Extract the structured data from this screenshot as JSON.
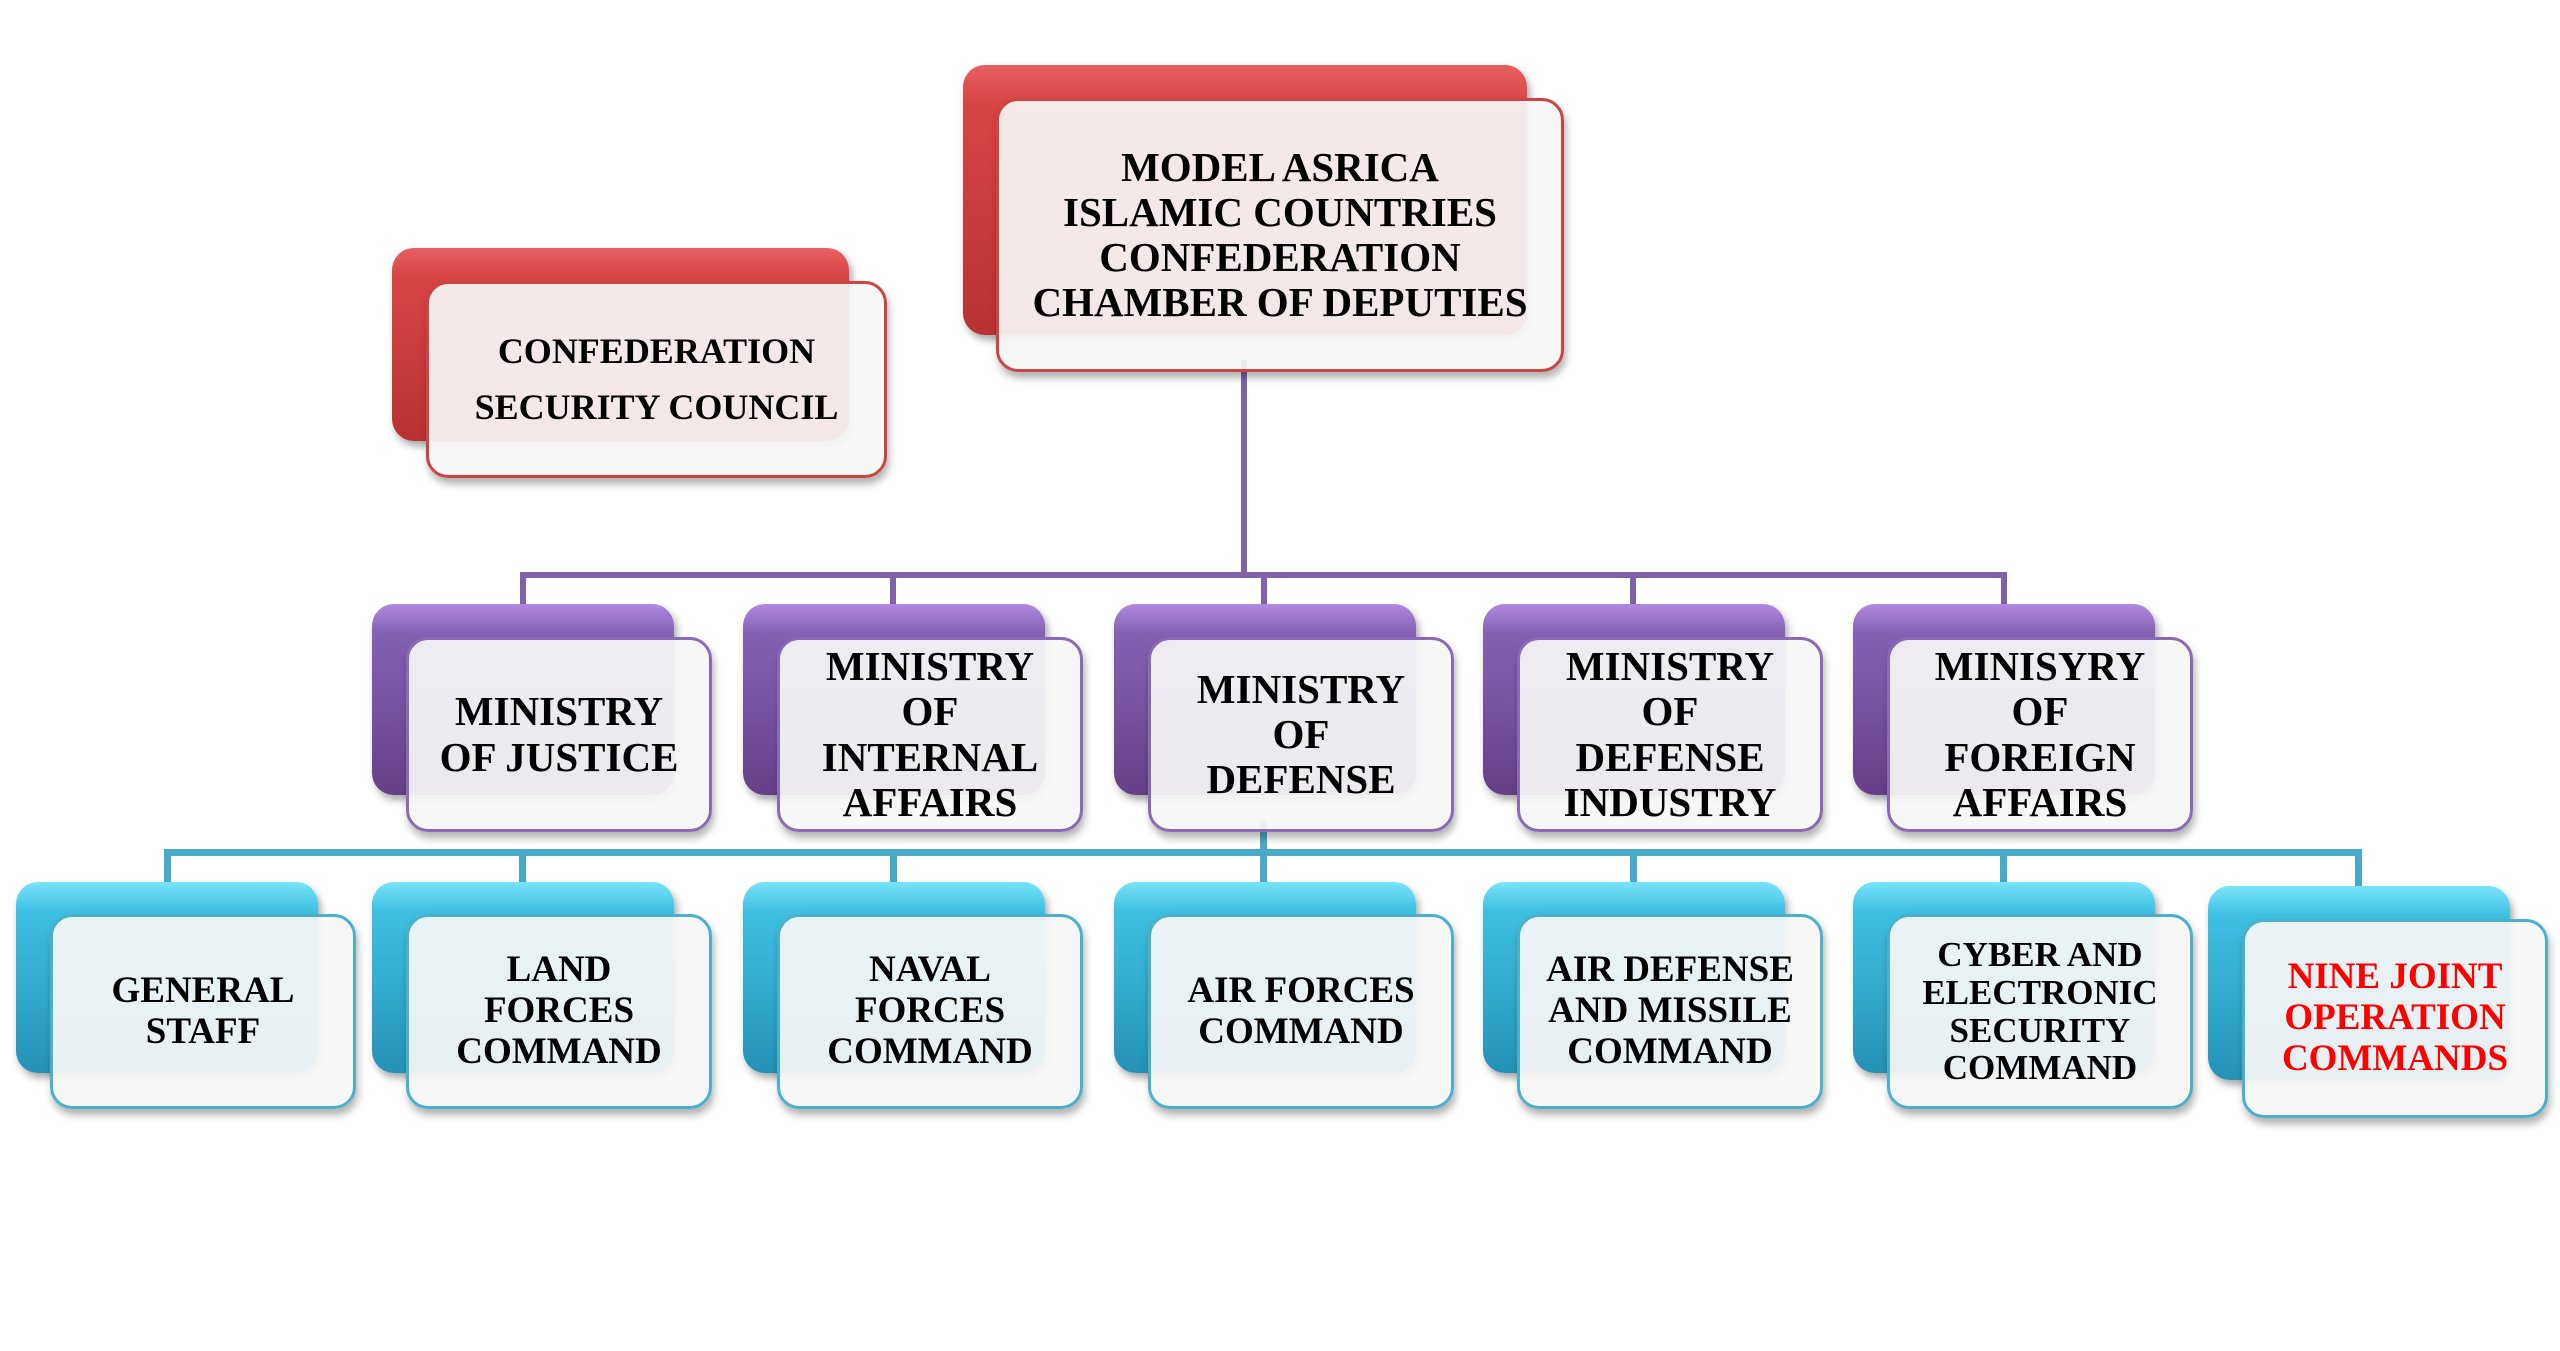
{
  "top": {
    "text": "MODEL ASRICA\nISLAMIC COUNTRIES\nCONFEDERATION\nCHAMBER OF DEPUTIES"
  },
  "security_council": {
    "text": "CONFEDERATION\nSECURITY  COUNCIL"
  },
  "ministries": [
    {
      "text": "MINISTRY\nOF JUSTICE"
    },
    {
      "text": "MINISTRY\nOF\nINTERNAL\nAFFAIRS"
    },
    {
      "text": "MINISTRY\nOF\nDEFENSE"
    },
    {
      "text": "MINISTRY\nOF\nDEFENSE\nINDUSTRY"
    },
    {
      "text": "MINISYRY\nOF\nFOREIGN\nAFFAIRS"
    }
  ],
  "commands": [
    {
      "text": "GENERAL\nSTAFF"
    },
    {
      "text": "LAND\nFORCES\nCOMMAND"
    },
    {
      "text": "NAVAL\nFORCES\nCOMMAND"
    },
    {
      "text": "AIR FORCES\nCOMMAND"
    },
    {
      "text": "AIR DEFENSE\nAND MISSILE\nCOMMAND"
    },
    {
      "text": "CYBER AND\nELECTRONIC\nSECURITY\nCOMMAND"
    },
    {
      "text": "NINE JOINT\nOPERATION\nCOMMANDS"
    }
  ],
  "colors": {
    "top": "#d84444",
    "ministry": "#8462b4",
    "command": "#3ec0e2",
    "highlight_text": "#ff0000"
  }
}
